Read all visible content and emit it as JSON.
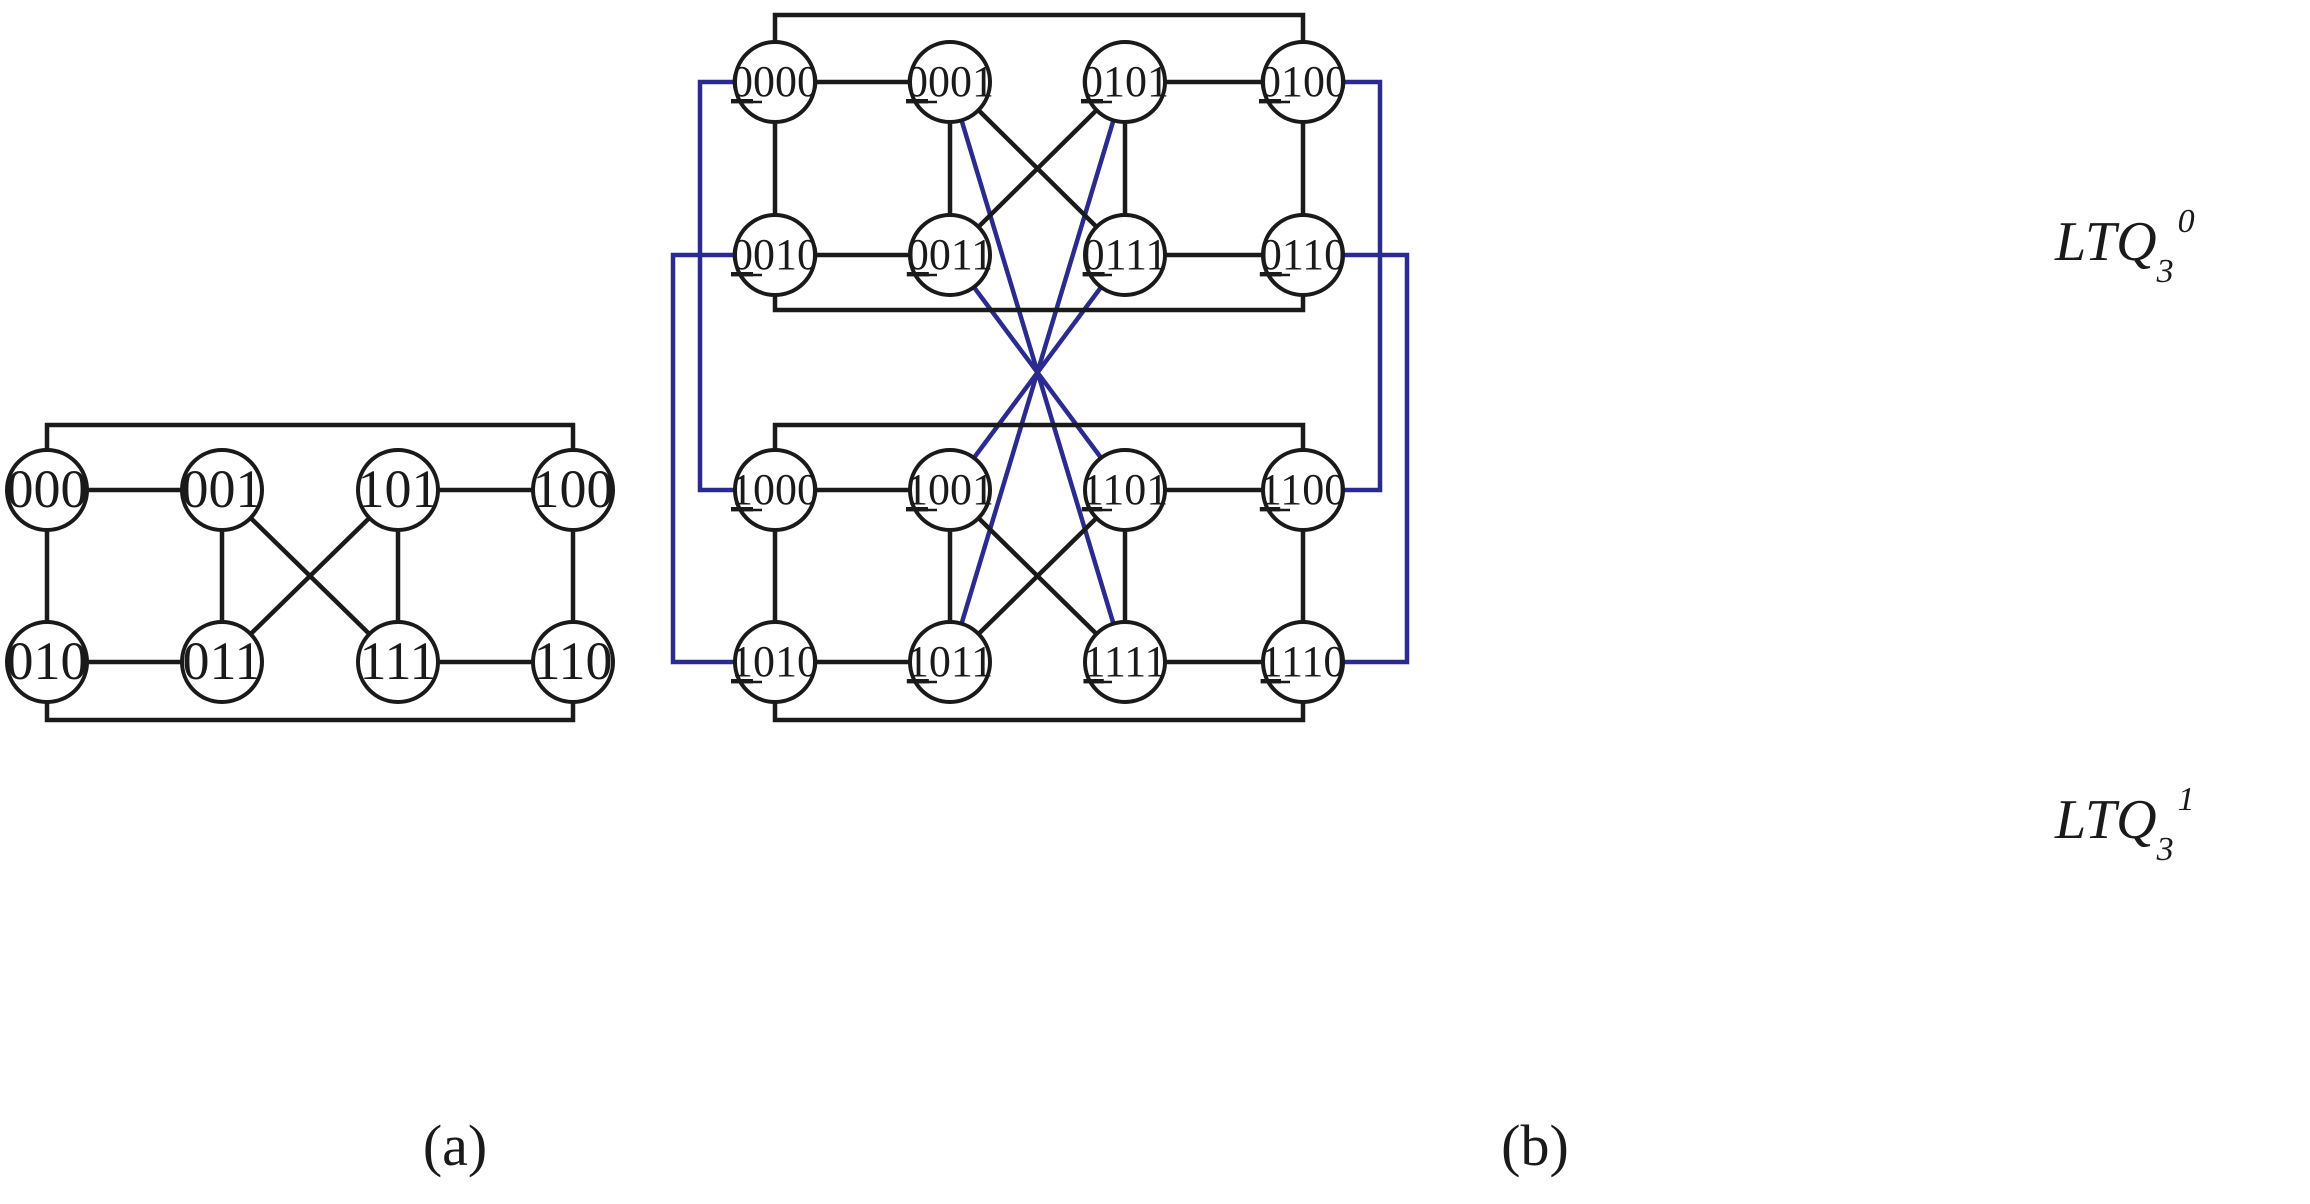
{
  "colors": {
    "edge": "#1a1a1a",
    "cross_edge": "#2b2b8f",
    "background": "#ffffff"
  },
  "panel_a": {
    "caption": "(a)",
    "nodes": [
      "000",
      "001",
      "101",
      "100",
      "010",
      "011",
      "111",
      "110"
    ]
  },
  "panel_b": {
    "caption": "(b)",
    "nodes": [
      "0000",
      "0001",
      "0101",
      "0100",
      "0010",
      "0011",
      "0111",
      "0110",
      "1000",
      "1001",
      "1101",
      "1100",
      "1010",
      "1011",
      "1111",
      "1110"
    ],
    "subcube_labels": [
      {
        "base": "LTQ",
        "sub": "3",
        "sup": "0"
      },
      {
        "base": "LTQ",
        "sub": "3",
        "sup": "1"
      }
    ]
  }
}
